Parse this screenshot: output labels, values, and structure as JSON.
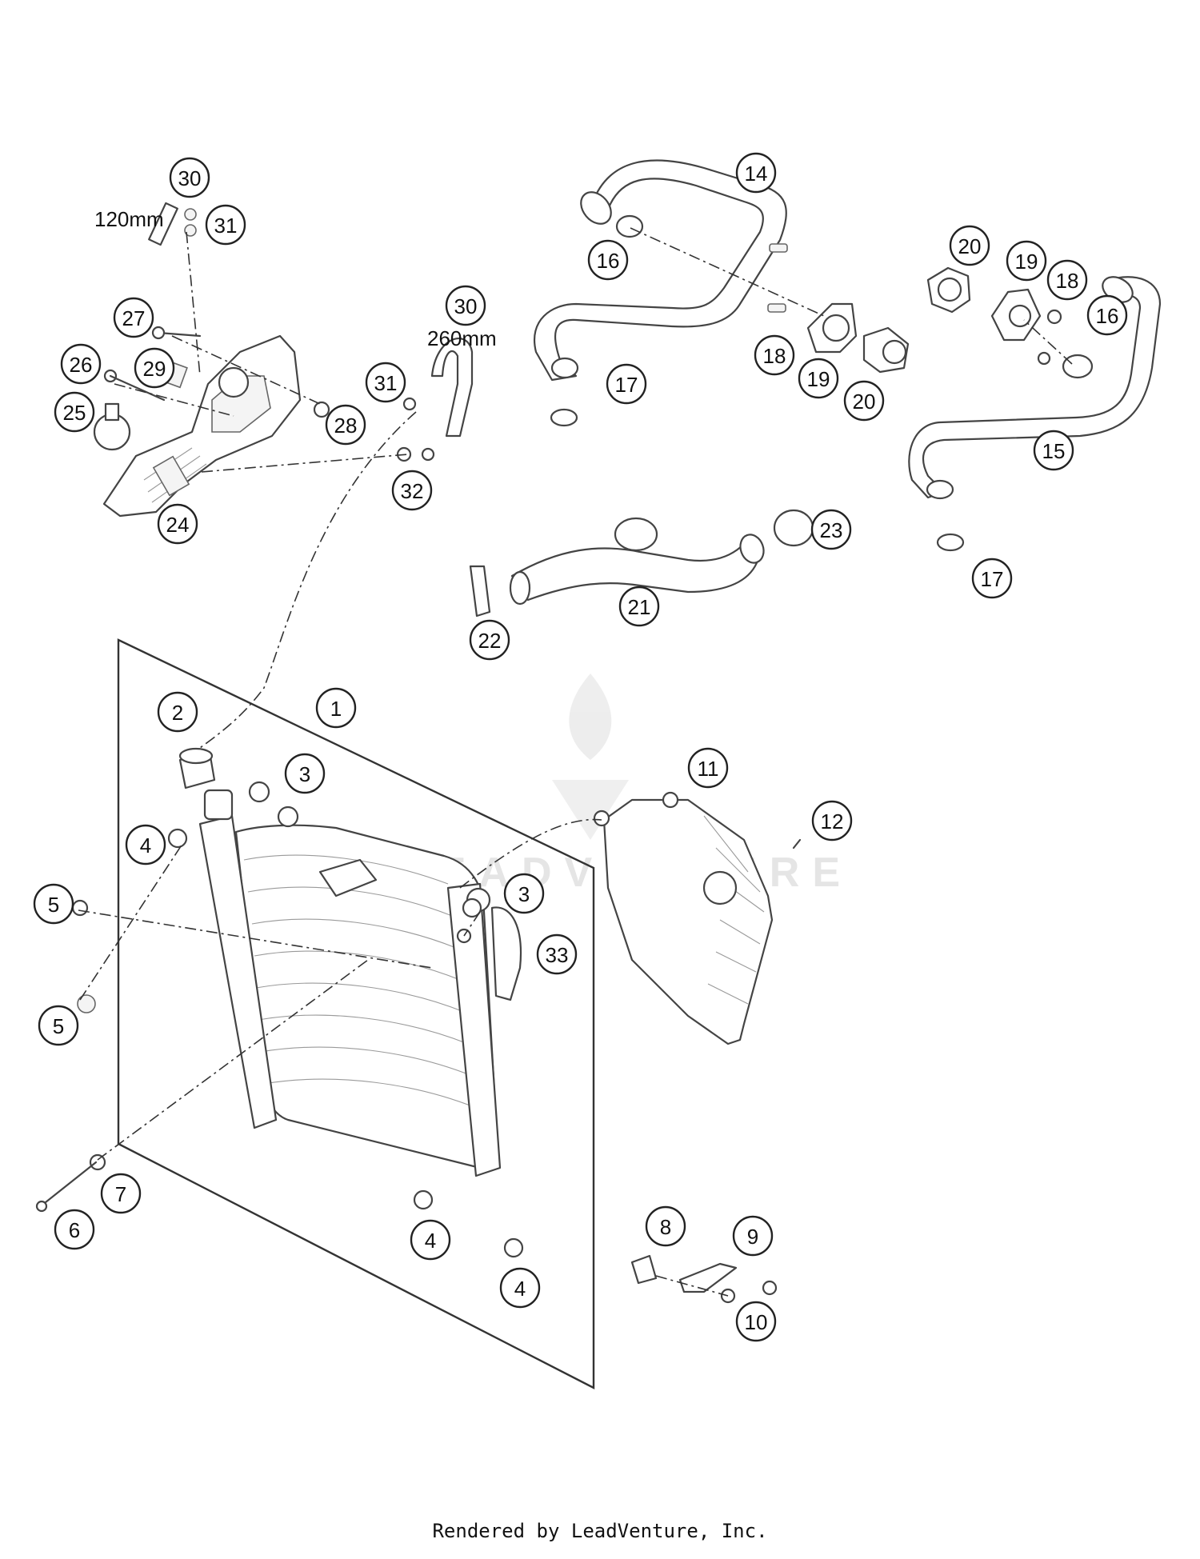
{
  "diagram": {
    "dimension_labels": {
      "hose_120": "120mm",
      "hose_260": "260mm"
    },
    "watermark_text": "LEADVENTURE",
    "callouts": [
      {
        "id": "c30a",
        "label": "30"
      },
      {
        "id": "c31a",
        "label": "31"
      },
      {
        "id": "c27",
        "label": "27"
      },
      {
        "id": "c26",
        "label": "26"
      },
      {
        "id": "c29",
        "label": "29"
      },
      {
        "id": "c25",
        "label": "25"
      },
      {
        "id": "c24",
        "label": "24"
      },
      {
        "id": "c28",
        "label": "28"
      },
      {
        "id": "c30b",
        "label": "30"
      },
      {
        "id": "c31b",
        "label": "31"
      },
      {
        "id": "c32",
        "label": "32"
      },
      {
        "id": "c14",
        "label": "14"
      },
      {
        "id": "c16a",
        "label": "16"
      },
      {
        "id": "c17a",
        "label": "17"
      },
      {
        "id": "c18a",
        "label": "18"
      },
      {
        "id": "c19a",
        "label": "19"
      },
      {
        "id": "c20a",
        "label": "20"
      },
      {
        "id": "c20b",
        "label": "20"
      },
      {
        "id": "c19b",
        "label": "19"
      },
      {
        "id": "c18b",
        "label": "18"
      },
      {
        "id": "c16b",
        "label": "16"
      },
      {
        "id": "c15",
        "label": "15"
      },
      {
        "id": "c17b",
        "label": "17"
      },
      {
        "id": "c23",
        "label": "23"
      },
      {
        "id": "c21",
        "label": "21"
      },
      {
        "id": "c22",
        "label": "22"
      },
      {
        "id": "c1",
        "label": "1"
      },
      {
        "id": "c2",
        "label": "2"
      },
      {
        "id": "c3a",
        "label": "3"
      },
      {
        "id": "c4a",
        "label": "4"
      },
      {
        "id": "c5a",
        "label": "5"
      },
      {
        "id": "c3b",
        "label": "3"
      },
      {
        "id": "c33",
        "label": "33"
      },
      {
        "id": "c5b",
        "label": "5"
      },
      {
        "id": "c11",
        "label": "11"
      },
      {
        "id": "c12",
        "label": "12"
      },
      {
        "id": "c7",
        "label": "7"
      },
      {
        "id": "c6",
        "label": "6"
      },
      {
        "id": "c4b",
        "label": "4"
      },
      {
        "id": "c4c",
        "label": "4"
      },
      {
        "id": "c8",
        "label": "8"
      },
      {
        "id": "c9",
        "label": "9"
      },
      {
        "id": "c10",
        "label": "10"
      }
    ]
  },
  "footer": {
    "text": "Rendered by LeadVenture, Inc."
  }
}
